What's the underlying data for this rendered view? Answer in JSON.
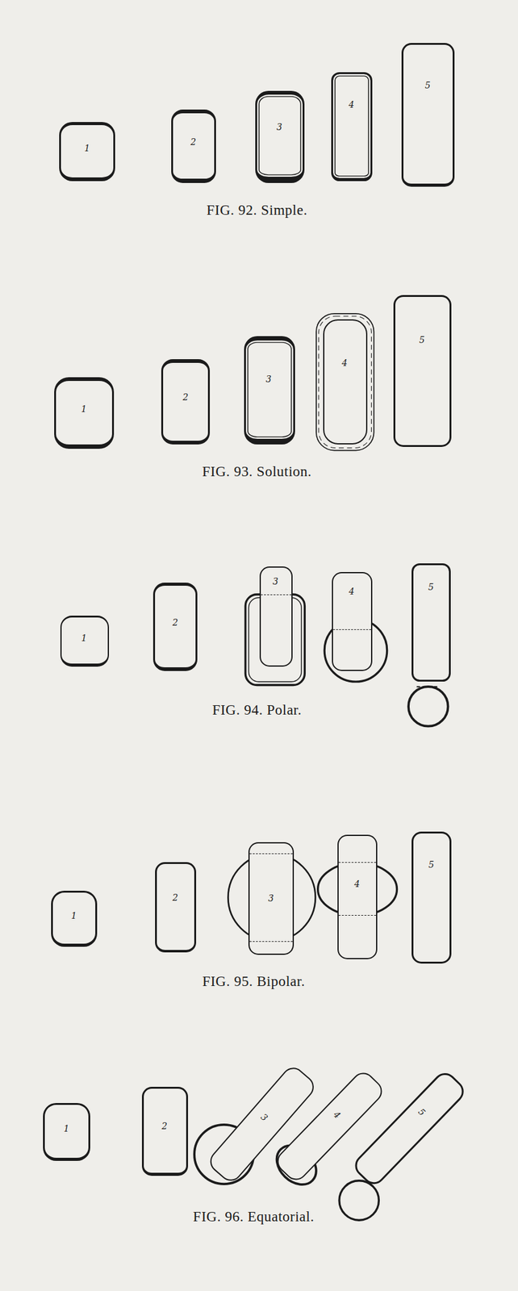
{
  "diagram": {
    "nodes": [
      {
        "text": [
          "1"
        ]
      },
      {
        "text": [
          "2"
        ]
      },
      {
        "text": [
          "3"
        ]
      },
      {
        "text": [
          "4"
        ]
      },
      {
        "text": [
          "5"
        ]
      },
      {
        "text": [
          "1"
        ]
      },
      {
        "text": [
          "2"
        ]
      },
      {
        "text": [
          "3"
        ]
      },
      {
        "text": [
          "4"
        ]
      },
      {
        "text": [
          "5"
        ]
      },
      {
        "text": [
          "1"
        ]
      },
      {
        "text": [
          "2"
        ]
      },
      {
        "text": [
          "3"
        ]
      },
      {
        "text": [
          "4"
        ]
      },
      {
        "text": [
          "5"
        ]
      },
      {
        "text": [
          "1"
        ]
      },
      {
        "text": [
          "2"
        ]
      },
      {
        "text": [
          "3"
        ]
      },
      {
        "text": [
          "4"
        ]
      },
      {
        "text": [
          "5"
        ]
      },
      {
        "text": [
          "1"
        ]
      },
      {
        "text": [
          "2"
        ]
      },
      {
        "text": [
          "3"
        ]
      },
      {
        "text": [
          "4"
        ]
      },
      {
        "text": [
          "5"
        ]
      }
    ],
    "labels": [
      "FIG. 92. Simple.",
      "FIG. 93. Solution.",
      "FIG. 94. Polar.",
      "FIG. 95. Bipolar.",
      "FIG. 96. Equatorial."
    ]
  }
}
